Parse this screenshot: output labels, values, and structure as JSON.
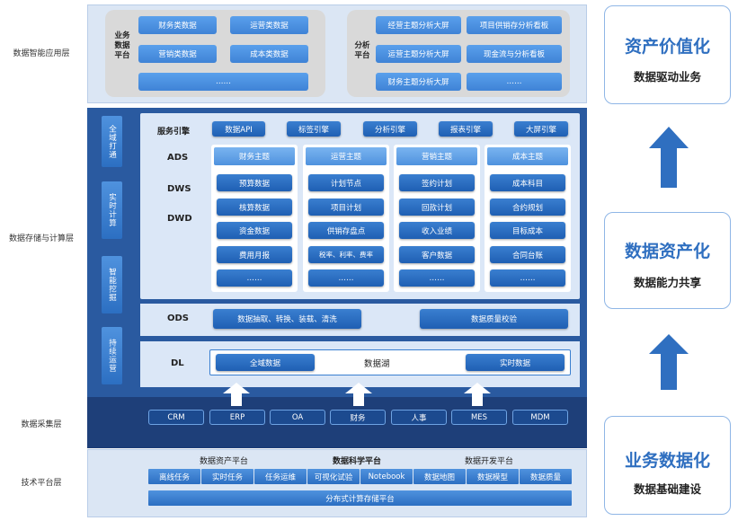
{
  "layers": {
    "app": "数据智能应用层",
    "storage": "数据存储与计算层",
    "collect": "数据采集层",
    "tech": "技术平台层"
  },
  "app_layer": {
    "business_platform": "业务\n数据\n平台",
    "business_items": [
      "财务类数据",
      "运营类数据",
      "营销类数据",
      "成本类数据",
      "……"
    ],
    "analysis_platform": "分析\n平台",
    "analysis_items": [
      "经营主题分析大屏",
      "项目供销存分析看板",
      "运营主题分析大屏",
      "现金流与分析看板",
      "财务主题分析大屏",
      "……"
    ]
  },
  "side_tags": [
    "全域打通",
    "实时计算",
    "智能挖掘",
    "持续运营"
  ],
  "service": {
    "label": "服务引擎",
    "items": [
      "数据API",
      "标签引擎",
      "分析引擎",
      "报表引擎",
      "大屏引擎"
    ]
  },
  "warehouse_labels": [
    "ADS",
    "DWS",
    "DWD"
  ],
  "subjects": [
    {
      "title": "财务主题",
      "items": [
        "预算数据",
        "核算数据",
        "资金数据",
        "费用月报",
        "……"
      ]
    },
    {
      "title": "运营主题",
      "items": [
        "计划节点",
        "项目计划",
        "供销存盘点",
        "税率、利率、费率",
        "……"
      ]
    },
    {
      "title": "营销主题",
      "items": [
        "签约计划",
        "回款计划",
        "收入业绩",
        "客户数据",
        "……"
      ]
    },
    {
      "title": "成本主题",
      "items": [
        "成本科目",
        "合约规划",
        "目标成本",
        "合同台账",
        "……"
      ]
    }
  ],
  "ods": {
    "label": "ODS",
    "left": "数据抽取、转换、装载、清洗",
    "right": "数据质量校验"
  },
  "dl": {
    "label": "DL",
    "left": "全域数据",
    "center": "数据湖",
    "right": "实时数据"
  },
  "sources": [
    "CRM",
    "ERP",
    "OA",
    "财务",
    "人事",
    "MES",
    "MDM"
  ],
  "tech": {
    "platforms": [
      "数据资产平台",
      "数据科学平台",
      "数据开发平台"
    ],
    "items": [
      "离线任务",
      "实时任务",
      "任务运维",
      "可视化试验",
      "Notebook",
      "数据地图",
      "数据模型",
      "数据质量"
    ],
    "base": "分布式计算存储平台"
  },
  "value_boxes": [
    {
      "title": "资产价值化",
      "sub": "数据驱动业务"
    },
    {
      "title": "数据资产化",
      "sub": "数据能力共享"
    },
    {
      "title": "业务数据化",
      "sub": "数据基础建设"
    }
  ],
  "colors": {
    "accent": "#2f6fc0",
    "deep_bg": "#1e3f79",
    "panel_bg": "#2a5aa0",
    "light_panel": "#dbe7f7"
  }
}
